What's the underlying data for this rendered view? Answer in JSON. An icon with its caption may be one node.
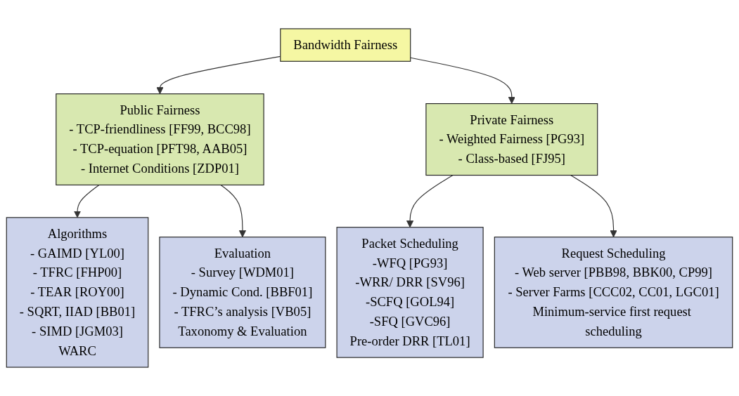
{
  "diagram": {
    "nodes": [
      {
        "text": [
          "Bandwidth Fairness"
        ]
      },
      {
        "text": [
          "Public Fairness",
          "- TCP-friendliness [FF99, BCC98]",
          "- TCP-equation [PFT98, AAB05]",
          "- Internet Conditions [ZDP01]"
        ]
      },
      {
        "text": [
          "Private Fairness",
          "- Weighted Fairness  [PG93]",
          "- Class-based [FJ95]"
        ]
      },
      {
        "text": [
          "Algorithms",
          "- GAIMD [YL00]",
          "- TFRC [FHP00]",
          "- TEAR [ROY00]",
          "- SQRT, IIAD [BB01]",
          "- SIMD [JGM03]",
          "WARC"
        ]
      },
      {
        "text": [
          "Evaluation",
          "- Survey [WDM01]",
          "- Dynamic Cond. [BBF01]",
          "- TFRC’s analysis [VB05]",
          "Taxonomy & Evaluation"
        ]
      },
      {
        "text": [
          "Packet Scheduling",
          "-WFQ [PG93]",
          "-WRR/ DRR [SV96]",
          "-SCFQ [GOL94]",
          "-SFQ [GVC96]",
          "Pre-order DRR [TL01]"
        ]
      },
      {
        "text": [
          "Request Scheduling",
          "- Web server [PBB98, BBK00, CP99]",
          "- Server Farms [CCC02, CC01, LGC01]",
          "Minimum-service first request scheduling"
        ]
      }
    ],
    "edges": [
      {
        "from": 0,
        "to": 1,
        "arrow": "to"
      },
      {
        "from": 0,
        "to": 2,
        "arrow": "to"
      },
      {
        "from": 1,
        "to": 3,
        "arrow": "to"
      },
      {
        "from": 1,
        "to": 4,
        "arrow": "to"
      },
      {
        "from": 2,
        "to": 5,
        "arrow": "to"
      },
      {
        "from": 2,
        "to": 6,
        "arrow": "to"
      }
    ]
  }
}
